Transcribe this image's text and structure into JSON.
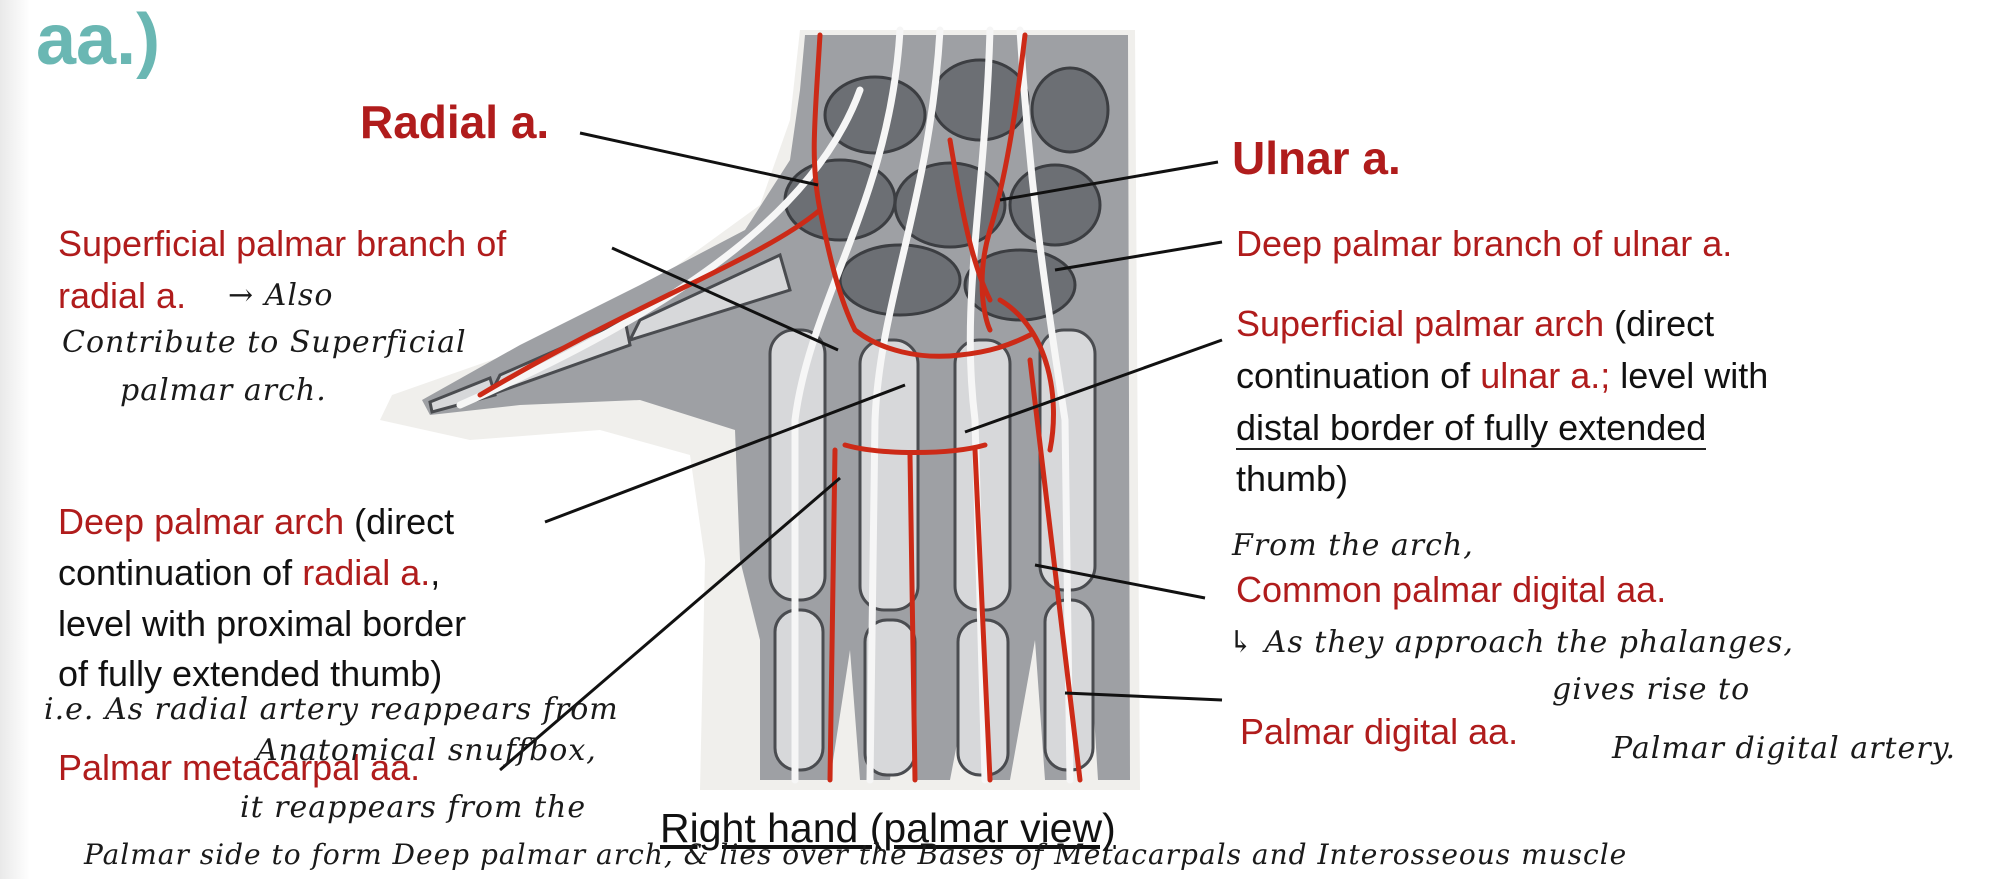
{
  "heading_fragment": "aa.)",
  "caption": "Right hand (palmar view)",
  "colors": {
    "artery_label": "#b01c1c",
    "heading": "#6ab7b3",
    "text": "#111111"
  },
  "labels": {
    "radial": "Radial a.",
    "ulnar": "Ulnar a.",
    "superficial_branch_l1": "Superficial palmar branch of",
    "superficial_branch_l2": "radial a.",
    "deep_branch_ulnar": "Deep palmar branch of ulnar a.",
    "superficial_arch": {
      "red1": "Superficial palmar arch",
      "black1": " (direct",
      "black2a": "continuation of ",
      "red2": "ulnar a.;",
      "black2b": " level with",
      "line3": "distal border of fully extended",
      "line4": "thumb)"
    },
    "deep_arch": {
      "red1": "Deep palmar arch",
      "black1": " (direct",
      "black2a": "continuation of ",
      "red2": "radial a.",
      "black2b": ",",
      "line3": "level with proximal border",
      "line4": "of fully extended thumb)"
    },
    "common_digital": "Common palmar digital aa.",
    "palmar_digital": "Palmar digital aa.",
    "palmar_metacarpal": "Palmar metacarpal aa."
  },
  "handwriting": {
    "note_also_l1": "→ Also",
    "note_also_l2": "Contribute to Superficial",
    "note_also_l3": "palmar arch.",
    "note_arch": "From the arch,",
    "note_phalanges_l1": "↳ As they approach the phalanges,",
    "note_phalanges_l2": "gives rise to",
    "note_phalanges_l3": "Palmar digital artery.",
    "note_radial_l1": "i.e. As radial artery reappears from",
    "note_radial_l2": "Anatomical snuffbox,",
    "note_radial_l3": "it reappears from the",
    "note_bottom": "Palmar side to form Deep palmar arch, & lies over the Bases of Metacarpals and Interosseous muscle"
  }
}
